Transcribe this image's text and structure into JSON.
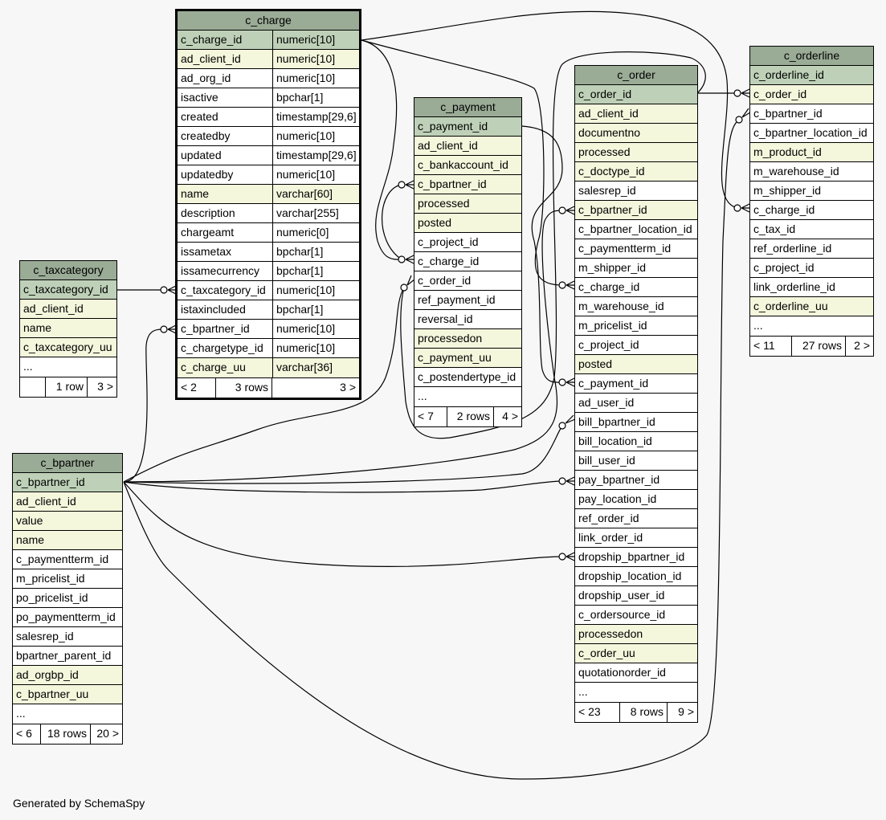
{
  "footer": {
    "generated_by": "Generated by SchemaSpy"
  },
  "tables": {
    "c_charge": {
      "name": "c_charge",
      "columns": [
        {
          "name": "c_charge_id",
          "type": "numeric[10]",
          "kind": "pk"
        },
        {
          "name": "ad_client_id",
          "type": "numeric[10]",
          "kind": "fk"
        },
        {
          "name": "ad_org_id",
          "type": "numeric[10]",
          "kind": "plain"
        },
        {
          "name": "isactive",
          "type": "bpchar[1]",
          "kind": "plain"
        },
        {
          "name": "created",
          "type": "timestamp[29,6]",
          "kind": "plain"
        },
        {
          "name": "createdby",
          "type": "numeric[10]",
          "kind": "plain"
        },
        {
          "name": "updated",
          "type": "timestamp[29,6]",
          "kind": "plain"
        },
        {
          "name": "updatedby",
          "type": "numeric[10]",
          "kind": "plain"
        },
        {
          "name": "name",
          "type": "varchar[60]",
          "kind": "fk"
        },
        {
          "name": "description",
          "type": "varchar[255]",
          "kind": "plain"
        },
        {
          "name": "chargeamt",
          "type": "numeric[0]",
          "kind": "plain"
        },
        {
          "name": "issametax",
          "type": "bpchar[1]",
          "kind": "plain"
        },
        {
          "name": "issamecurrency",
          "type": "bpchar[1]",
          "kind": "plain"
        },
        {
          "name": "c_taxcategory_id",
          "type": "numeric[10]",
          "kind": "plain"
        },
        {
          "name": "istaxincluded",
          "type": "bpchar[1]",
          "kind": "plain"
        },
        {
          "name": "c_bpartner_id",
          "type": "numeric[10]",
          "kind": "plain"
        },
        {
          "name": "c_chargetype_id",
          "type": "numeric[10]",
          "kind": "plain"
        },
        {
          "name": "c_charge_uu",
          "type": "varchar[36]",
          "kind": "fk"
        }
      ],
      "footer": {
        "left": "< 2",
        "mid": "3 rows",
        "right": "3 >"
      }
    },
    "c_taxcategory": {
      "name": "c_taxcategory",
      "columns": [
        {
          "name": "c_taxcategory_id",
          "kind": "pk"
        },
        {
          "name": "ad_client_id",
          "kind": "fk"
        },
        {
          "name": "name",
          "kind": "fk"
        },
        {
          "name": "c_taxcategory_uu",
          "kind": "fk"
        },
        {
          "name": "...",
          "kind": "plain"
        }
      ],
      "footer": {
        "left": "",
        "mid": "1 row",
        "right": "3 >"
      }
    },
    "c_payment": {
      "name": "c_payment",
      "columns": [
        {
          "name": "c_payment_id",
          "kind": "pk"
        },
        {
          "name": "ad_client_id",
          "kind": "fk"
        },
        {
          "name": "c_bankaccount_id",
          "kind": "fk"
        },
        {
          "name": "c_bpartner_id",
          "kind": "fk"
        },
        {
          "name": "processed",
          "kind": "fk"
        },
        {
          "name": "posted",
          "kind": "fk"
        },
        {
          "name": "c_project_id",
          "kind": "plain"
        },
        {
          "name": "c_charge_id",
          "kind": "plain"
        },
        {
          "name": "c_order_id",
          "kind": "plain"
        },
        {
          "name": "ref_payment_id",
          "kind": "plain"
        },
        {
          "name": "reversal_id",
          "kind": "plain"
        },
        {
          "name": "processedon",
          "kind": "fk"
        },
        {
          "name": "c_payment_uu",
          "kind": "fk"
        },
        {
          "name": "c_postendertype_id",
          "kind": "plain"
        },
        {
          "name": "...",
          "kind": "plain"
        }
      ],
      "footer": {
        "left": "< 7",
        "mid": "2 rows",
        "right": "4 >"
      }
    },
    "c_order": {
      "name": "c_order",
      "columns": [
        {
          "name": "c_order_id",
          "kind": "pk"
        },
        {
          "name": "ad_client_id",
          "kind": "fk"
        },
        {
          "name": "documentno",
          "kind": "fk"
        },
        {
          "name": "processed",
          "kind": "fk"
        },
        {
          "name": "c_doctype_id",
          "kind": "fk"
        },
        {
          "name": "salesrep_id",
          "kind": "plain"
        },
        {
          "name": "c_bpartner_id",
          "kind": "fk"
        },
        {
          "name": "c_bpartner_location_id",
          "kind": "plain"
        },
        {
          "name": "c_paymentterm_id",
          "kind": "plain"
        },
        {
          "name": "m_shipper_id",
          "kind": "plain"
        },
        {
          "name": "c_charge_id",
          "kind": "plain"
        },
        {
          "name": "m_warehouse_id",
          "kind": "plain"
        },
        {
          "name": "m_pricelist_id",
          "kind": "plain"
        },
        {
          "name": "c_project_id",
          "kind": "plain"
        },
        {
          "name": "posted",
          "kind": "fk"
        },
        {
          "name": "c_payment_id",
          "kind": "plain"
        },
        {
          "name": "ad_user_id",
          "kind": "plain"
        },
        {
          "name": "bill_bpartner_id",
          "kind": "plain"
        },
        {
          "name": "bill_location_id",
          "kind": "plain"
        },
        {
          "name": "bill_user_id",
          "kind": "plain"
        },
        {
          "name": "pay_bpartner_id",
          "kind": "plain"
        },
        {
          "name": "pay_location_id",
          "kind": "plain"
        },
        {
          "name": "ref_order_id",
          "kind": "plain"
        },
        {
          "name": "link_order_id",
          "kind": "plain"
        },
        {
          "name": "dropship_bpartner_id",
          "kind": "plain"
        },
        {
          "name": "dropship_location_id",
          "kind": "plain"
        },
        {
          "name": "dropship_user_id",
          "kind": "plain"
        },
        {
          "name": "c_ordersource_id",
          "kind": "plain"
        },
        {
          "name": "processedon",
          "kind": "fk"
        },
        {
          "name": "c_order_uu",
          "kind": "fk"
        },
        {
          "name": "quotationorder_id",
          "kind": "plain"
        },
        {
          "name": "...",
          "kind": "plain"
        }
      ],
      "footer": {
        "left": "< 23",
        "mid": "8 rows",
        "right": "9 >"
      }
    },
    "c_orderline": {
      "name": "c_orderline",
      "columns": [
        {
          "name": "c_orderline_id",
          "kind": "pk"
        },
        {
          "name": "c_order_id",
          "kind": "fk"
        },
        {
          "name": "c_bpartner_id",
          "kind": "plain"
        },
        {
          "name": "c_bpartner_location_id",
          "kind": "plain"
        },
        {
          "name": "m_product_id",
          "kind": "fk"
        },
        {
          "name": "m_warehouse_id",
          "kind": "plain"
        },
        {
          "name": "m_shipper_id",
          "kind": "plain"
        },
        {
          "name": "c_charge_id",
          "kind": "plain"
        },
        {
          "name": "c_tax_id",
          "kind": "plain"
        },
        {
          "name": "ref_orderline_id",
          "kind": "plain"
        },
        {
          "name": "c_project_id",
          "kind": "plain"
        },
        {
          "name": "link_orderline_id",
          "kind": "plain"
        },
        {
          "name": "c_orderline_uu",
          "kind": "fk"
        },
        {
          "name": "...",
          "kind": "plain"
        }
      ],
      "footer": {
        "left": "< 11",
        "mid": "27 rows",
        "right": "2 >"
      }
    },
    "c_bpartner": {
      "name": "c_bpartner",
      "columns": [
        {
          "name": "c_bpartner_id",
          "kind": "pk"
        },
        {
          "name": "ad_client_id",
          "kind": "fk"
        },
        {
          "name": "value",
          "kind": "fk"
        },
        {
          "name": "name",
          "kind": "fk"
        },
        {
          "name": "c_paymentterm_id",
          "kind": "plain"
        },
        {
          "name": "m_pricelist_id",
          "kind": "plain"
        },
        {
          "name": "po_pricelist_id",
          "kind": "plain"
        },
        {
          "name": "po_paymentterm_id",
          "kind": "plain"
        },
        {
          "name": "salesrep_id",
          "kind": "plain"
        },
        {
          "name": "bpartner_parent_id",
          "kind": "plain"
        },
        {
          "name": "ad_orgbp_id",
          "kind": "fk"
        },
        {
          "name": "c_bpartner_uu",
          "kind": "fk"
        },
        {
          "name": "...",
          "kind": "plain"
        }
      ],
      "footer": {
        "left": "< 6",
        "mid": "18 rows",
        "right": "20 >"
      }
    }
  }
}
